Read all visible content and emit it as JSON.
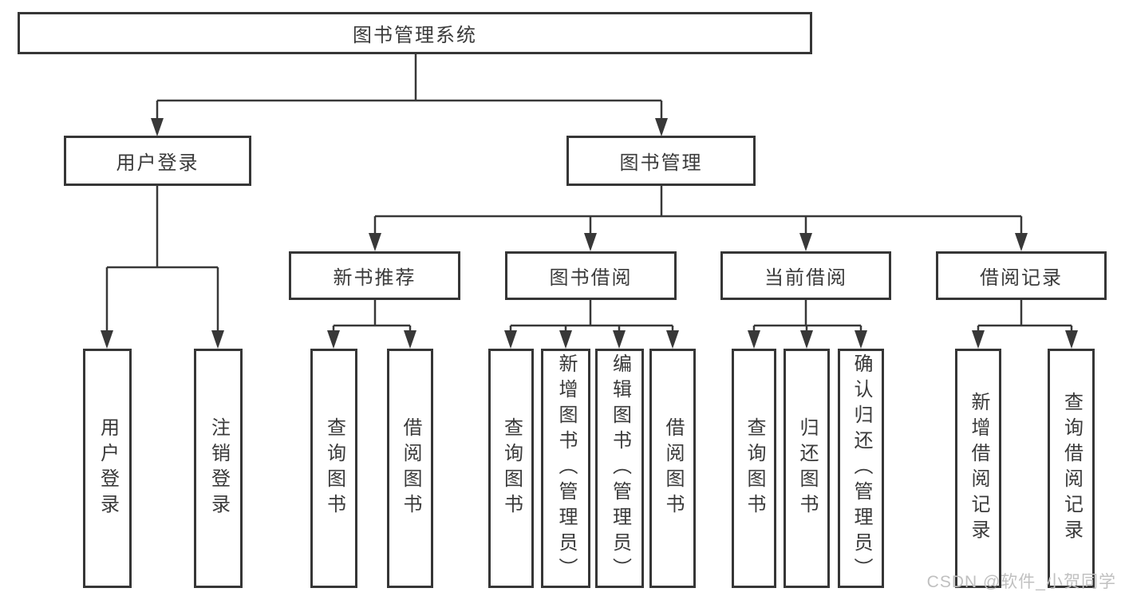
{
  "diagram": {
    "root": {
      "label": "图书管理系统"
    },
    "branches": [
      {
        "label": "用户登录",
        "children": [
          {
            "label": "用户登录"
          },
          {
            "label": "注销登录"
          }
        ]
      },
      {
        "label": "图书管理",
        "children": [
          {
            "label": "新书推荐",
            "children": [
              {
                "label": "查询图书"
              },
              {
                "label": "借阅图书"
              }
            ]
          },
          {
            "label": "图书借阅",
            "children": [
              {
                "label": "查询图书"
              },
              {
                "label": "新增图书（管理员）"
              },
              {
                "label": "编辑图书（管理员）"
              },
              {
                "label": "借阅图书"
              }
            ]
          },
          {
            "label": "当前借阅",
            "children": [
              {
                "label": "查询图书"
              },
              {
                "label": "归还图书"
              },
              {
                "label": "确认归还（管理员）"
              }
            ]
          },
          {
            "label": "借阅记录",
            "children": [
              {
                "label": "新增借阅记录"
              },
              {
                "label": "查询借阅记录"
              }
            ]
          }
        ]
      }
    ],
    "watermark": "CSDN @软件_小贺同学",
    "colors": {
      "line": "#383838",
      "box_border": "#363636",
      "text": "#3a3a3a",
      "watermark": "#c0c0c0",
      "background": "#ffffff"
    }
  }
}
